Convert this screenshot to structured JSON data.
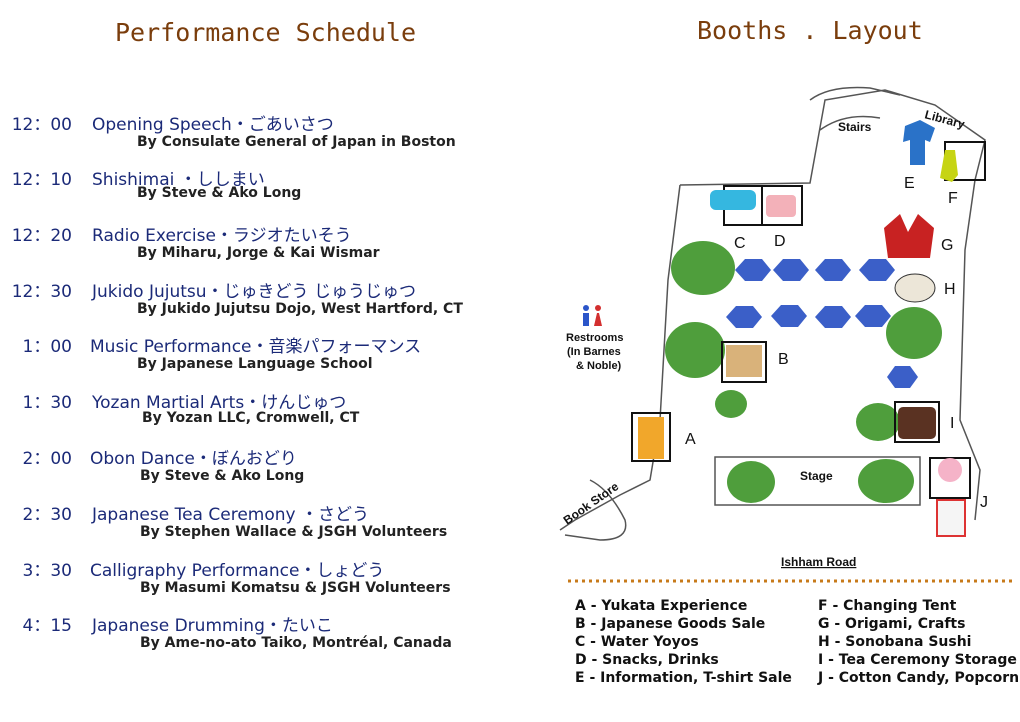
{
  "schedule_title": "Performance Schedule",
  "booths_title": "Booths . Layout",
  "schedule": [
    {
      "time": "12：00",
      "event": "Opening Speech・ごあいさつ",
      "by": "By Consulate General of Japan in Boston"
    },
    {
      "time": "12：10",
      "event": "Shishimai ・ししまい",
      "by": "By Steve & Ako Long"
    },
    {
      "time": "12：20",
      "event": "Radio Exercise・ラジオたいそう",
      "by": "By Miharu, Jorge & Kai Wismar"
    },
    {
      "time": "12：30",
      "event": "Jukido Jujutsu・じゅきどう じゅうじゅつ",
      "by": "By Jukido Jujutsu Dojo, West Hartford, CT"
    },
    {
      "time": "1：00",
      "event": "Music Performance・音楽パフォーマンス",
      "by": "By Japanese Language School"
    },
    {
      "time": "1：30",
      "event": "Yozan Martial Arts・けんじゅつ",
      "by": "By Yozan LLC, Cromwell, CT"
    },
    {
      "time": "2：00",
      "event": "Obon Dance・ぼんおどり",
      "by": "By Steve & Ako Long"
    },
    {
      "time": "2：30",
      "event": "Japanese Tea Ceremony ・さどう",
      "by": "By Stephen Wallace & JSGH Volunteers"
    },
    {
      "time": "3：30",
      "event": "Calligraphy Performance・しょどう",
      "by": "By Masumi Komatsu & JSGH Volunteers"
    },
    {
      "time": "4：15",
      "event": "Japanese Drumming・たいこ",
      "by": "By Ame-no-ato Taiko, Montréal, Canada"
    }
  ],
  "map": {
    "stairs": "Stairs",
    "library": "Library",
    "restrooms": [
      "Restrooms",
      "(In Barnes",
      "& Noble)"
    ],
    "stage": "Stage",
    "book_store": "Book Store",
    "road": "Ishham Road",
    "letters": [
      "A",
      "B",
      "C",
      "D",
      "E",
      "F",
      "G",
      "H",
      "I",
      "J"
    ],
    "colors": {
      "hex": "#3b5fc8",
      "tree": "#4f9e3c",
      "outline": "#555555",
      "road_line": "#c77a1a"
    }
  },
  "legend_left": [
    "A - Yukata Experience",
    "B - Japanese Goods Sale",
    "C - Water Yoyos",
    "D - Snacks, Drinks",
    "E - Information, T-shirt Sale"
  ],
  "legend_right": [
    "F - Changing Tent",
    "G - Origami, Crafts",
    "H - Sonobana Sushi",
    "I - Tea Ceremony Storage",
    "J - Cotton Candy, Popcorn"
  ]
}
